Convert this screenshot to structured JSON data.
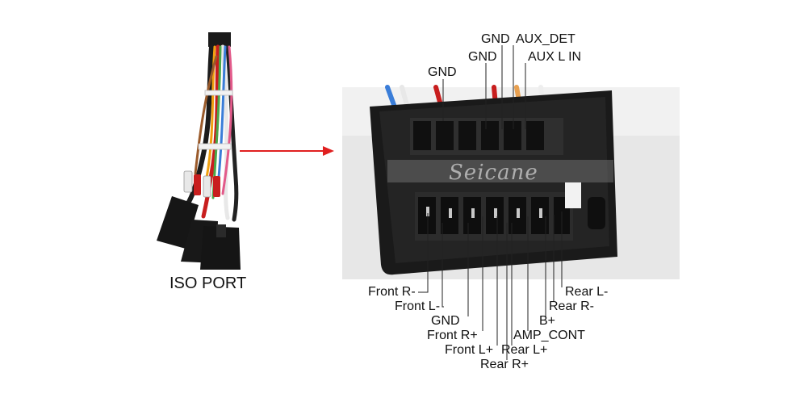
{
  "left_caption": "ISO PORT",
  "watermark": "Seicane",
  "top_labels": [
    "GND",
    "AUX_DET",
    "GND",
    "AUX L IN",
    "GND"
  ],
  "bottom_left_labels": [
    "Front R-",
    "Front L-",
    "GND",
    "Front R+",
    "Front L+",
    "Rear R+"
  ],
  "bottom_right_labels": [
    "Rear L-",
    "Rear R-",
    "B+",
    "AMP_CONT",
    "Rear L+"
  ],
  "colors": {
    "arrow": "#e02020",
    "connector": "#1b1b1b",
    "photo_bg": "#e9e9e9",
    "line": "#222222"
  }
}
